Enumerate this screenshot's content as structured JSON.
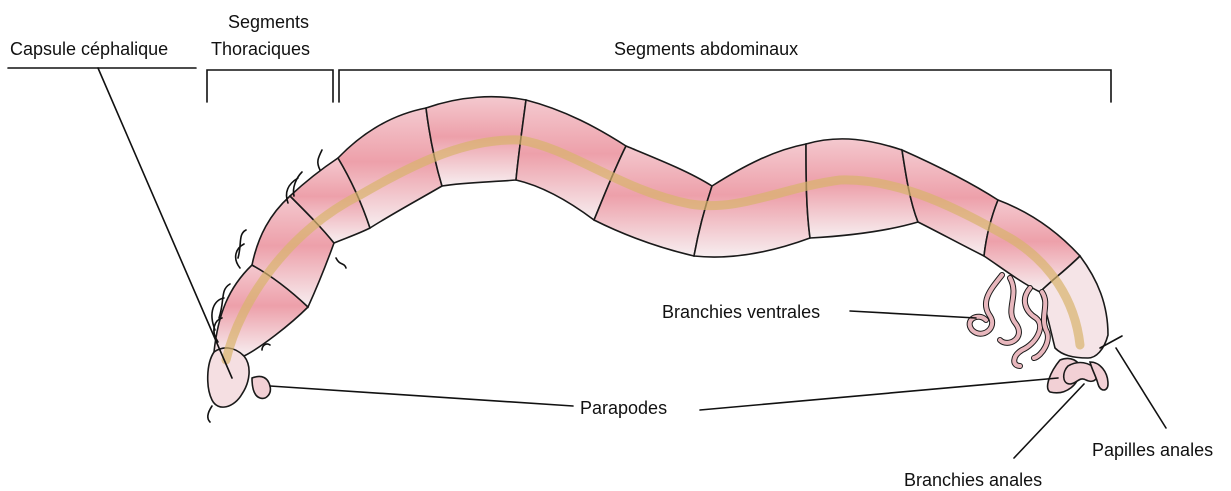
{
  "labels": {
    "capsule": "Capsule céphalique",
    "thoracic_line1": "Segments",
    "thoracic_line2": "Thoraciques",
    "abdominal": "Segments abdominaux",
    "ventral_gills": "Branchies ventrales",
    "parapodes": "Parapodes",
    "anal_papillae": "Papilles anales",
    "anal_gills": "Branchies anales"
  },
  "colors": {
    "body_light": "#f6ecee",
    "body_pink": "#eeaab2",
    "core_yellow": "#d8b070",
    "outline": "#1a1a1a",
    "gill": "#e8b7bd"
  }
}
